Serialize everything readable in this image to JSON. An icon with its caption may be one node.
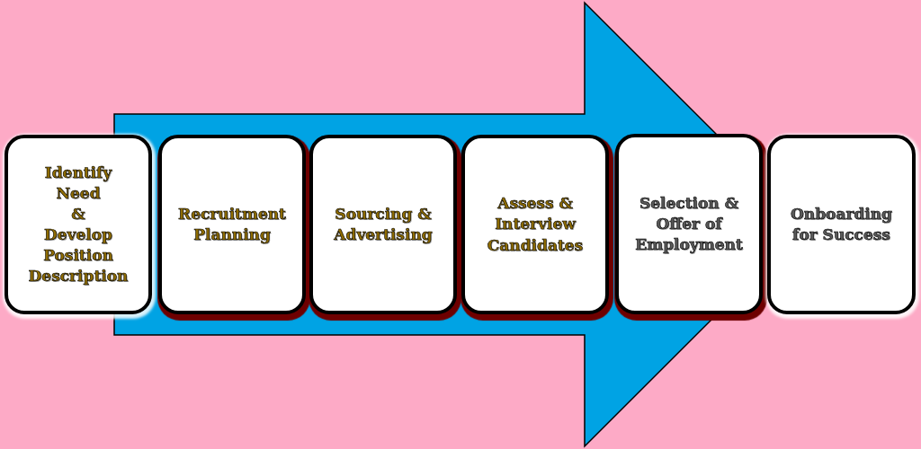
{
  "diagram": {
    "nodes": [
      {
        "text": [],
        "shape": "arrow"
      },
      {
        "text": [
          "Identify Need & Develop Position Description"
        ]
      },
      {
        "text": [
          "Recruitment Planning"
        ],
        "in": 0
      },
      {
        "text": [
          "Sourcing & Advertising"
        ],
        "in": 0
      },
      {
        "text": [
          "Assess & Interview Candidates"
        ],
        "in": 0
      },
      {
        "text": [
          "Selection & Offer of Employment"
        ],
        "in": 0
      },
      {
        "text": [
          "Onboarding for Success"
        ]
      }
    ]
  }
}
